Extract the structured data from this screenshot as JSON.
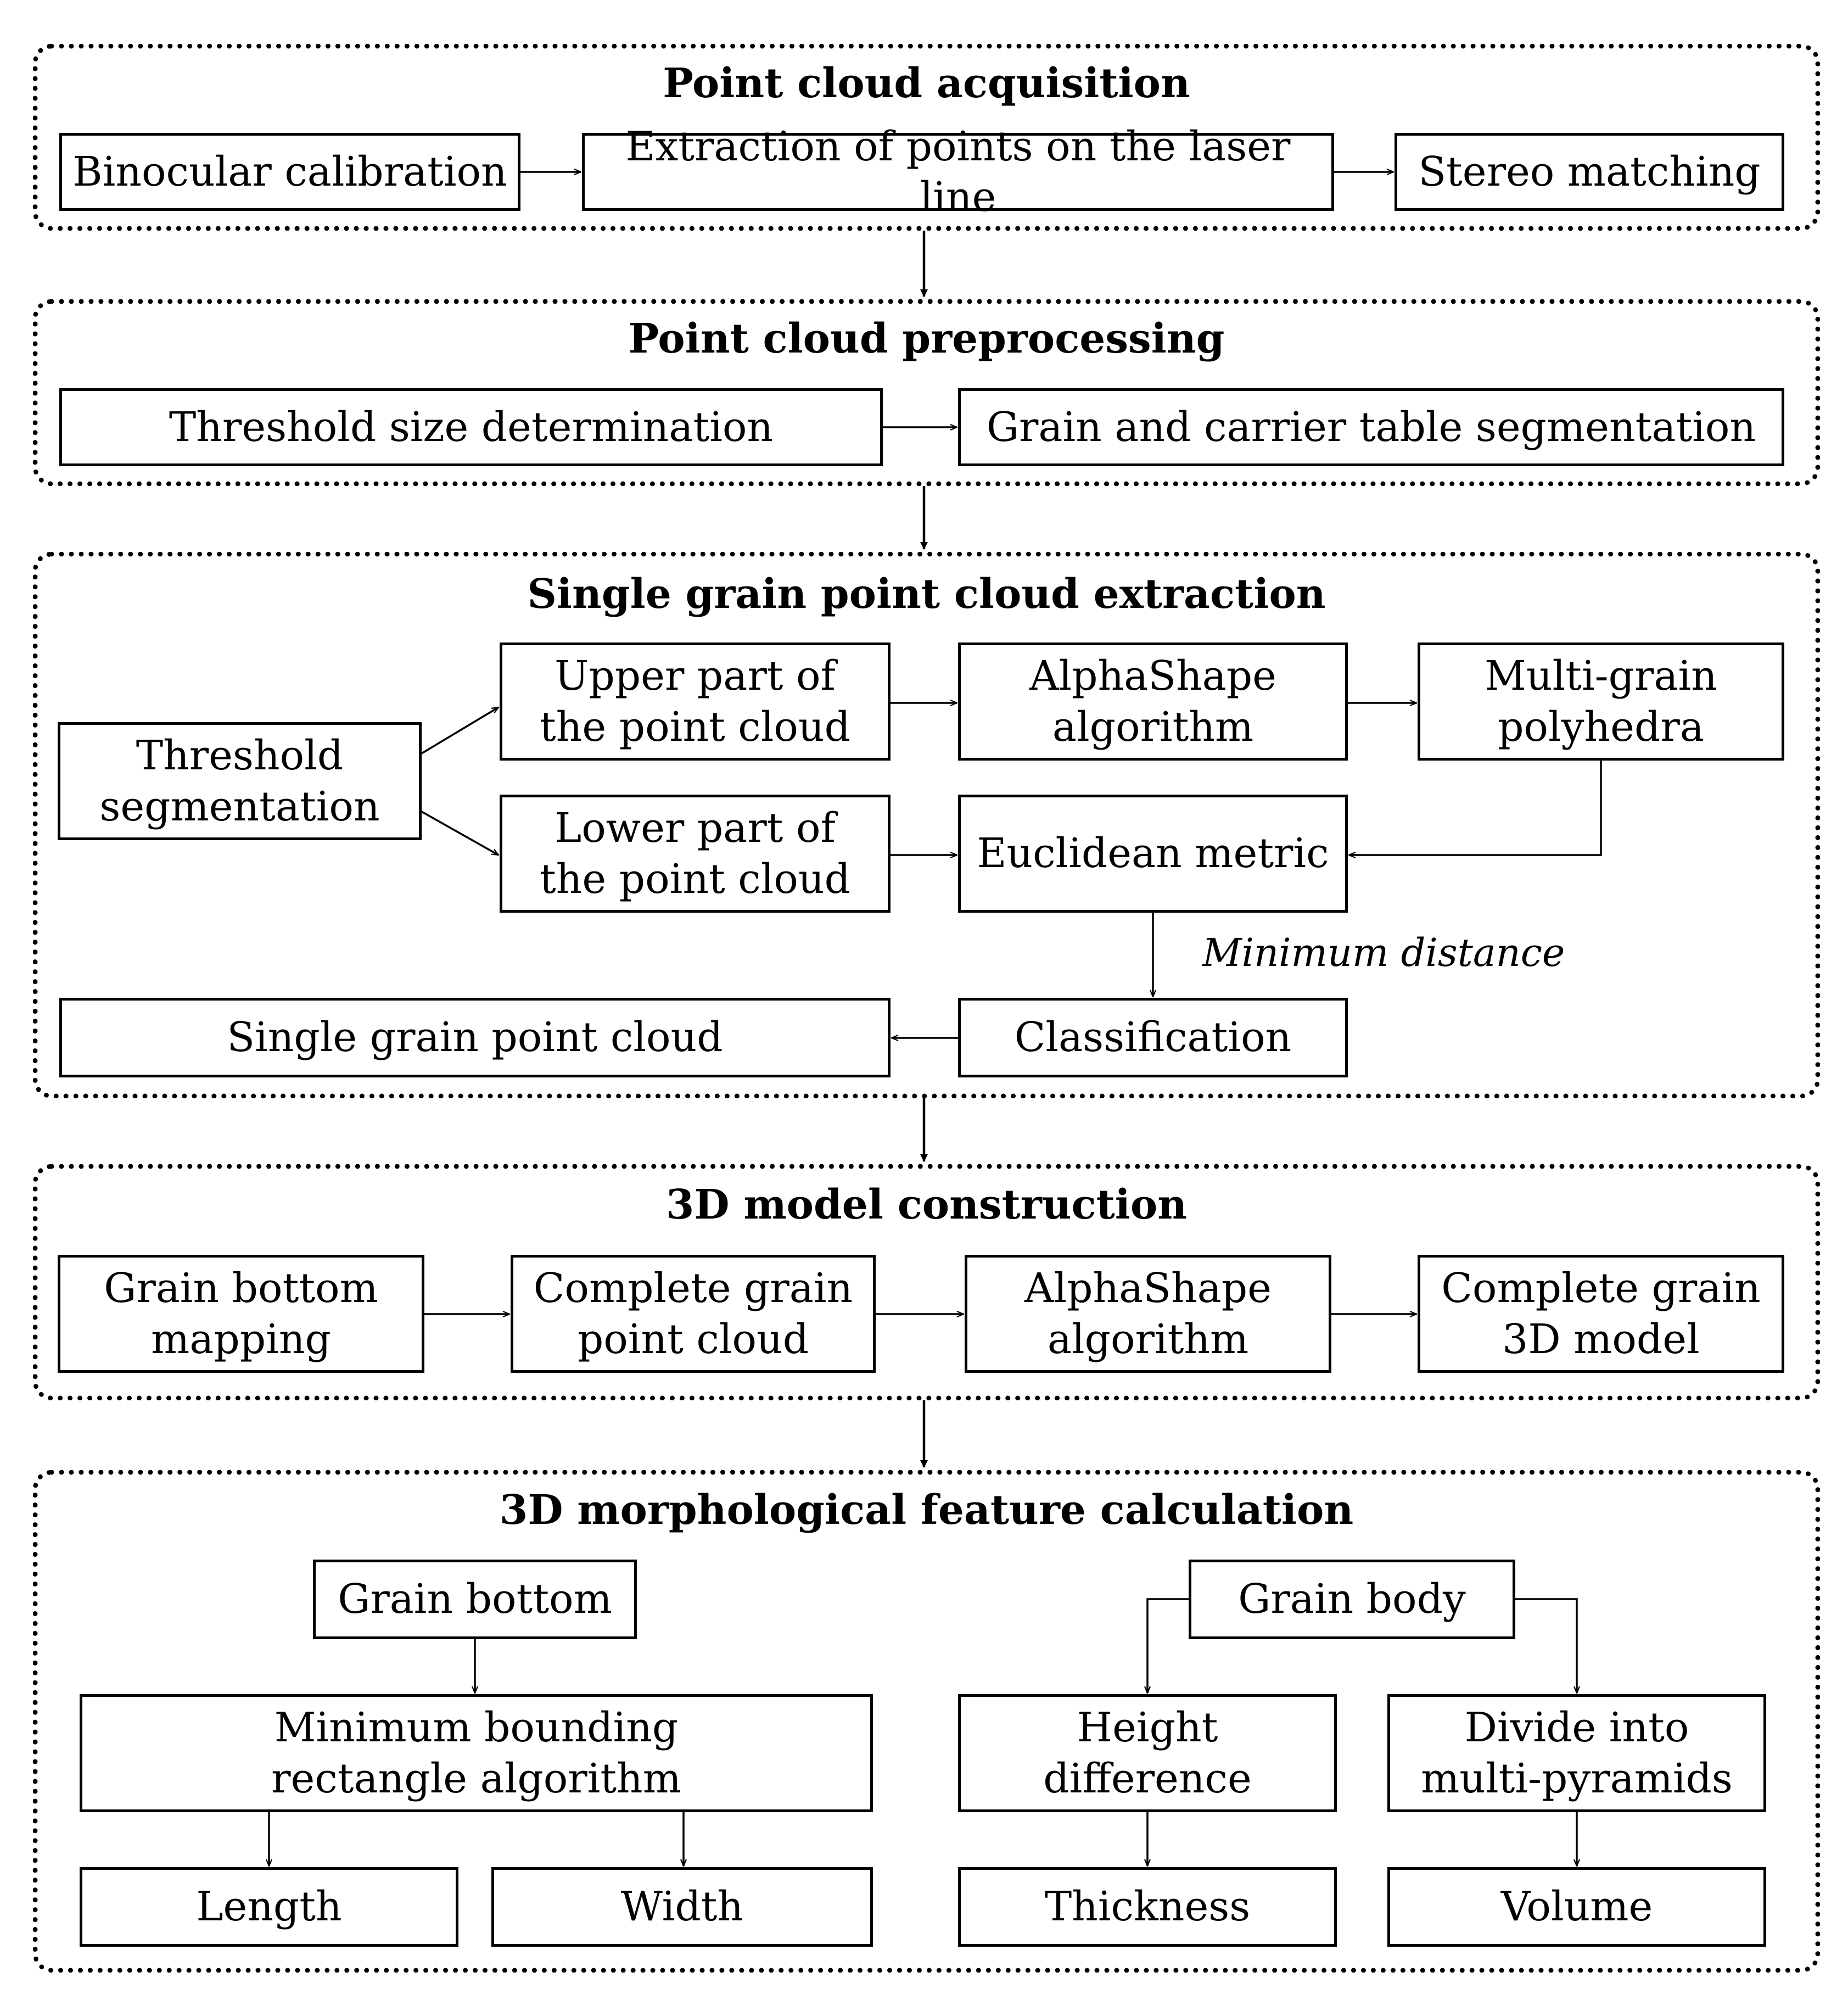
{
  "sections": {
    "acquisition": {
      "title": "Point cloud acquisition",
      "binocular": "Binocular calibration",
      "extraction": "Extraction of points on the laser line",
      "stereo": "Stereo matching"
    },
    "preprocessing": {
      "title": "Point cloud preprocessing",
      "threshold_size": "Threshold size determination",
      "segmentation": "Grain and carrier table segmentation"
    },
    "extraction": {
      "title": "Single grain point cloud extraction",
      "threshold_seg": "Threshold\nsegmentation",
      "upper": "Upper part of\nthe point cloud",
      "lower": "Lower part of\nthe point cloud",
      "alpha": "AlphaShape\nalgorithm",
      "polyhedra": "Multi-grain\npolyhedra",
      "euclidean": "Euclidean metric",
      "min_distance": "Minimum distance",
      "classification": "Classification",
      "single": "Single grain point cloud"
    },
    "model": {
      "title": "3D model construction",
      "bottom_mapping": "Grain bottom\nmapping",
      "complete_cloud": "Complete grain\npoint cloud",
      "alpha": "AlphaShape\nalgorithm",
      "complete_model": "Complete grain\n3D model"
    },
    "features": {
      "title": "3D morphological feature calculation",
      "grain_bottom": "Grain bottom",
      "grain_body": "Grain body",
      "min_rect": "Minimum bounding\nrectangle algorithm",
      "height_diff": "Height\ndifference",
      "pyramids": "Divide into\nmulti-pyramids",
      "length": "Length",
      "width": "Width",
      "thickness": "Thickness",
      "volume": "Volume"
    }
  }
}
